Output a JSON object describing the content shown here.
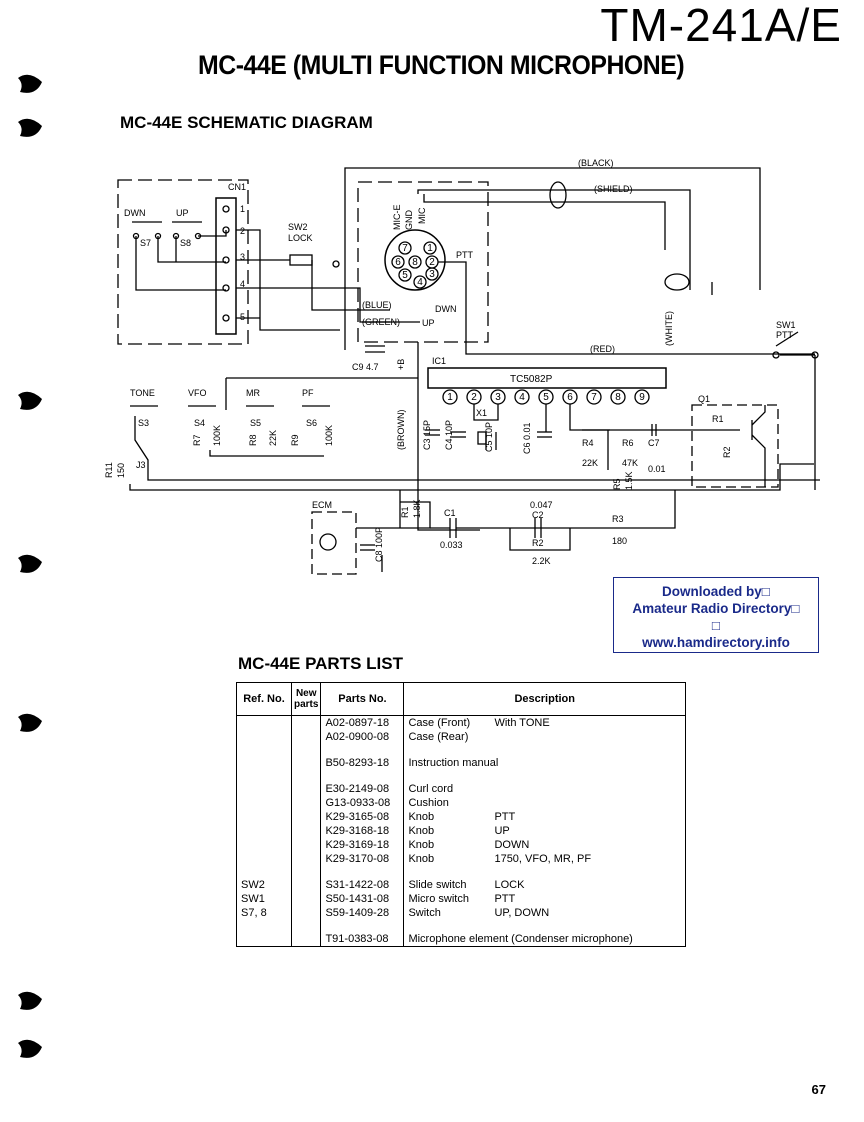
{
  "header": {
    "model": "TM-241A/E",
    "title": "MC-44E (MULTI FUNCTION MICROPHONE)"
  },
  "schematic": {
    "heading": "MC-44E SCHEMATIC DIAGRAM",
    "labels": {
      "black": "(BLACK)",
      "shield": "(SHIELD)",
      "cn1": "CN1",
      "dwn": "DWN",
      "up": "UP",
      "s7": "S7",
      "s8": "S8",
      "sw2": "SW2",
      "lock": "LOCK",
      "mic_e": "MIC-E",
      "gnd": "GND",
      "mic": "MIC",
      "ptt": "PTT",
      "blue": "(BLUE)",
      "green": "(GREEN)",
      "dwn2": "DWN",
      "up2": "UP",
      "white": "(WHITE)",
      "red": "(RED)",
      "sw1": "SW1",
      "sw1_ptt": "PTT",
      "c9": "C9 4.7",
      "plus_b": "+B",
      "ic1": "IC1",
      "tc5082p": "TC5082P",
      "tone": "TONE",
      "vfo": "VFO",
      "mr": "MR",
      "pf": "PF",
      "s3": "S3",
      "s4": "S4",
      "s5": "S5",
      "s6": "S6",
      "r7": "R7",
      "r7v": "100K",
      "r8": "R8",
      "r8v": "22K",
      "r9": "R9",
      "r9v": "100K",
      "brown": "(BROWN)",
      "c3": "C3 15P",
      "c4": "C4 10P",
      "x1": "X1",
      "c5": "C5 10P",
      "c6": "C6 0.01",
      "r4": "R4",
      "r4v": "22K",
      "r6": "R6",
      "r6v": "47K",
      "c7": "C7",
      "c7v": "0.01",
      "r5": "R5",
      "r5v": "1.5K",
      "q1": "Q1",
      "r1q": "R1",
      "r2q": "R2",
      "r11": "R11",
      "r11v": "150",
      "j3": "J3",
      "ecm": "ECM",
      "r1": "R1",
      "r1v": "1.8K",
      "c8": "C8 100P",
      "c1": "C1",
      "c1v": "0.033",
      "c2v": "0.047",
      "c2": "C2",
      "r3": "R3",
      "r3v": "180",
      "r2": "R2",
      "r2v": "2.2K",
      "pins": [
        "1",
        "2",
        "3",
        "4",
        "5",
        "6",
        "7",
        "8",
        "9"
      ],
      "cn_pins": [
        "1",
        "2",
        "3",
        "4",
        "5"
      ]
    }
  },
  "download_box": {
    "line1": "Downloaded by□",
    "line2": "Amateur Radio Directory□",
    "line3": "□",
    "line4": "www.hamdirectory.info"
  },
  "parts_list": {
    "heading": "MC-44E PARTS LIST",
    "columns": [
      "Ref. No.",
      "New parts",
      "Parts No.",
      "Description"
    ],
    "rows": [
      {
        "ref": "",
        "part": "A02-0897-18",
        "desc1": "Case (Front)",
        "desc2": "With TONE"
      },
      {
        "ref": "",
        "part": "A02-0900-08",
        "desc1": "Case (Rear)",
        "desc2": ""
      },
      {
        "gap": true
      },
      {
        "ref": "",
        "part": "B50-8293-18",
        "desc1": "Instruction manual",
        "desc2": ""
      },
      {
        "gap": true
      },
      {
        "ref": "",
        "part": "E30-2149-08",
        "desc1": "Curl cord",
        "desc2": ""
      },
      {
        "ref": "",
        "part": "G13-0933-08",
        "desc1": "Cushion",
        "desc2": ""
      },
      {
        "ref": "",
        "part": "K29-3165-08",
        "desc1": "Knob",
        "desc2": "PTT"
      },
      {
        "ref": "",
        "part": "K29-3168-18",
        "desc1": "Knob",
        "desc2": "UP"
      },
      {
        "ref": "",
        "part": "K29-3169-18",
        "desc1": "Knob",
        "desc2": "DOWN"
      },
      {
        "ref": "",
        "part": "K29-3170-08",
        "desc1": "Knob",
        "desc2": "1750, VFO, MR, PF"
      },
      {
        "gap": true
      },
      {
        "ref": "SW2",
        "part": "S31-1422-08",
        "desc1": "Slide switch",
        "desc2": "LOCK"
      },
      {
        "ref": "SW1",
        "part": "S50-1431-08",
        "desc1": "Micro switch",
        "desc2": "PTT"
      },
      {
        "ref": "S7, 8",
        "part": "S59-1409-28",
        "desc1": "Switch",
        "desc2": "UP, DOWN"
      },
      {
        "gap": true
      },
      {
        "ref": "",
        "part": "T91-0383-08",
        "desc1": "Microphone element (Condenser microphone)",
        "desc2": ""
      }
    ]
  },
  "page_number": "67"
}
